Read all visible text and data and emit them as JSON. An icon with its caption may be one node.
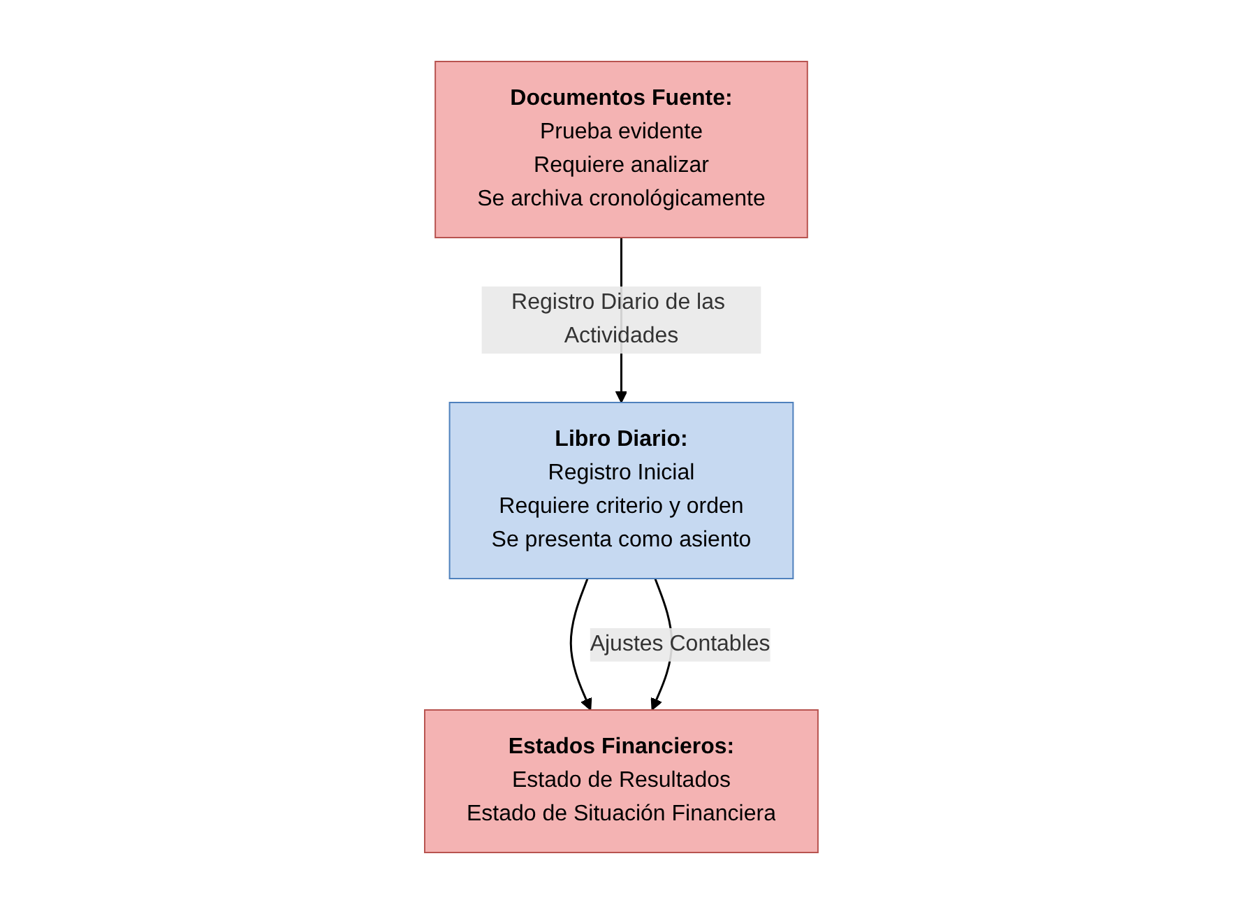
{
  "diagram": {
    "nodes": [
      {
        "text": [
          "Documentos Fuente:",
          "Prueba evidente",
          "Requiere analizar",
          "Se archiva cronológicamente"
        ]
      },
      {
        "text": [
          "Libro Diario:",
          "Registro Inicial",
          "Requiere criterio y orden",
          "Se presenta como asiento"
        ]
      },
      {
        "text": [
          "Estados Financieros:",
          "Estado de Resultados",
          "Estado de Situación Financiera"
        ]
      }
    ],
    "edges": [
      {
        "from": 0,
        "to": 1,
        "arrow": "to",
        "label": "Registro Diario de las Actividades"
      },
      {
        "from": 1,
        "to": 2,
        "arrow": "to"
      },
      {
        "from": 1,
        "to": 2,
        "arrow": "to",
        "label": "Ajustes Contables"
      }
    ]
  }
}
